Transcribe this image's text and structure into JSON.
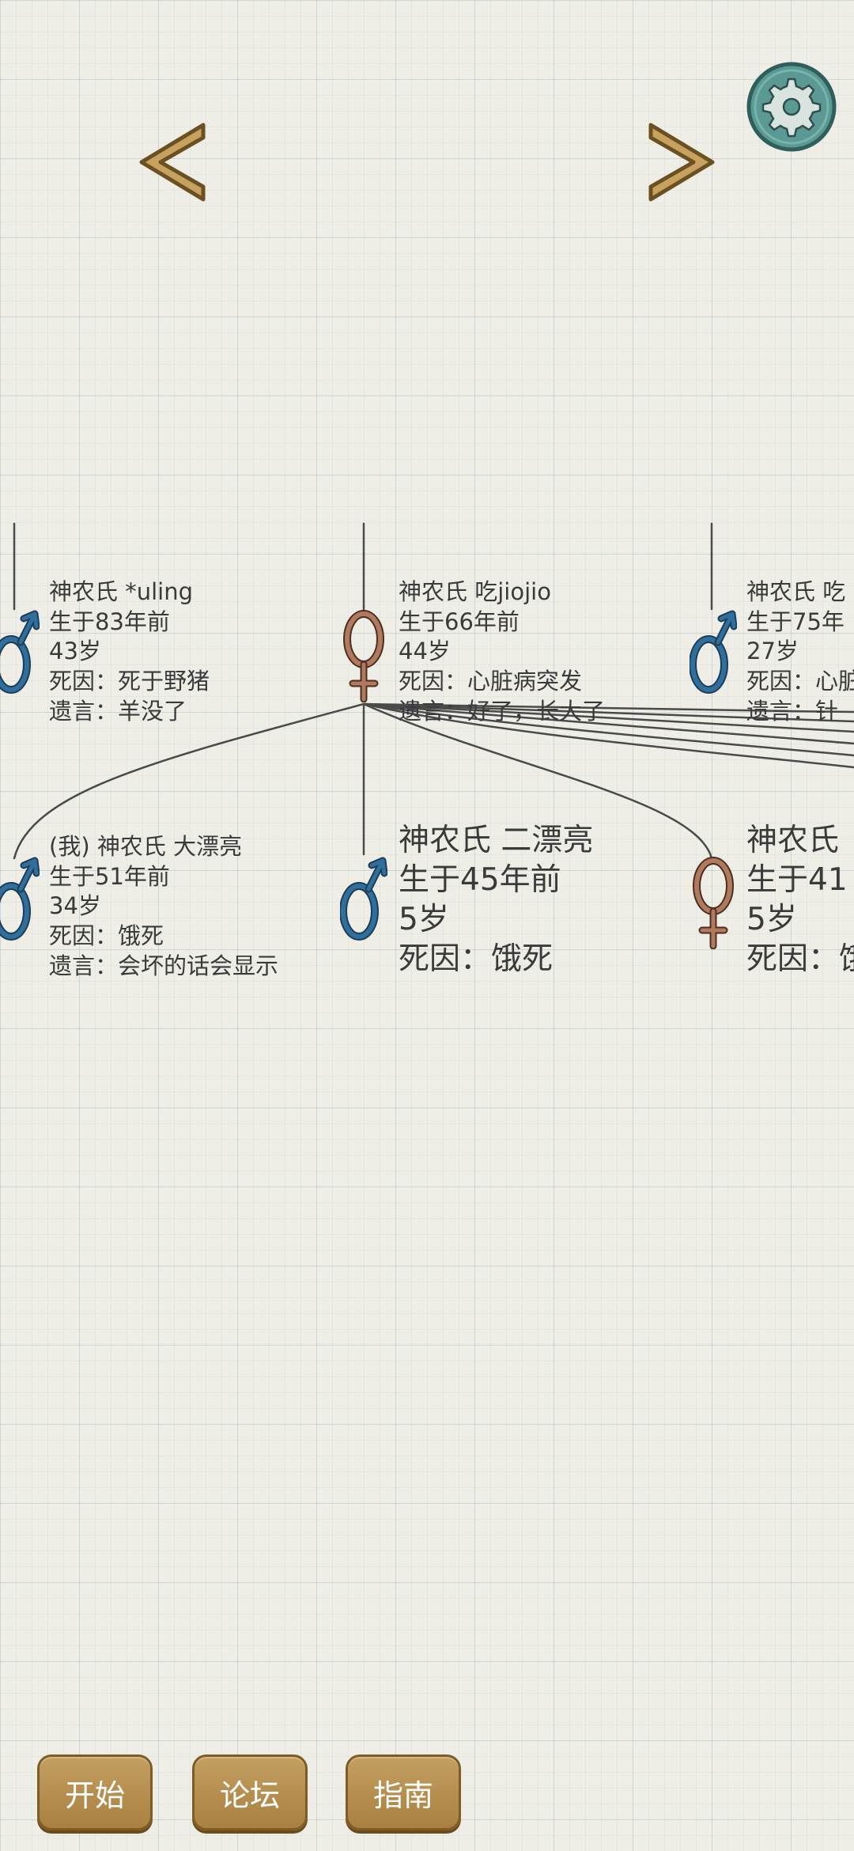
{
  "colors": {
    "male": "#2e6f9e",
    "female": "#b07a5e",
    "arrow": "#c6a25e",
    "gear": "#5b9a94",
    "button": "#b48b4a"
  },
  "nav": {
    "prev_icon": "chevron-left-icon",
    "next_icon": "chevron-right-icon",
    "settings_icon": "gear-icon"
  },
  "parents": [
    {
      "gender": "male",
      "lines": [
        "神农氏 *uling",
        "生于83年前",
        "43岁",
        "死因：死于野猪",
        "遗言：羊没了"
      ]
    },
    {
      "gender": "female",
      "lines": [
        "神农氏 吃jiojio",
        "生于66年前",
        "44岁",
        "死因：心脏病突发",
        "遗言：好了，长大了"
      ]
    },
    {
      "gender": "male",
      "lines": [
        "神农氏 吃",
        "生于75年",
        "27岁",
        "死因：心脏",
        "遗言：针"
      ]
    }
  ],
  "children": [
    {
      "gender": "male",
      "lines": [
        "(我) 神农氏 大漂亮",
        "生于51年前",
        "34岁",
        "死因：饿死",
        "遗言：会坏的话会显示"
      ]
    },
    {
      "gender": "male",
      "lines": [
        "神农氏 二漂亮",
        "生于45年前",
        "5岁",
        "死因：饿死"
      ]
    },
    {
      "gender": "female",
      "lines": [
        "神农氏",
        "生于41",
        "5岁",
        "死因：饿"
      ]
    }
  ],
  "menu": {
    "start": "开始",
    "forum": "论坛",
    "guide": "指南"
  }
}
